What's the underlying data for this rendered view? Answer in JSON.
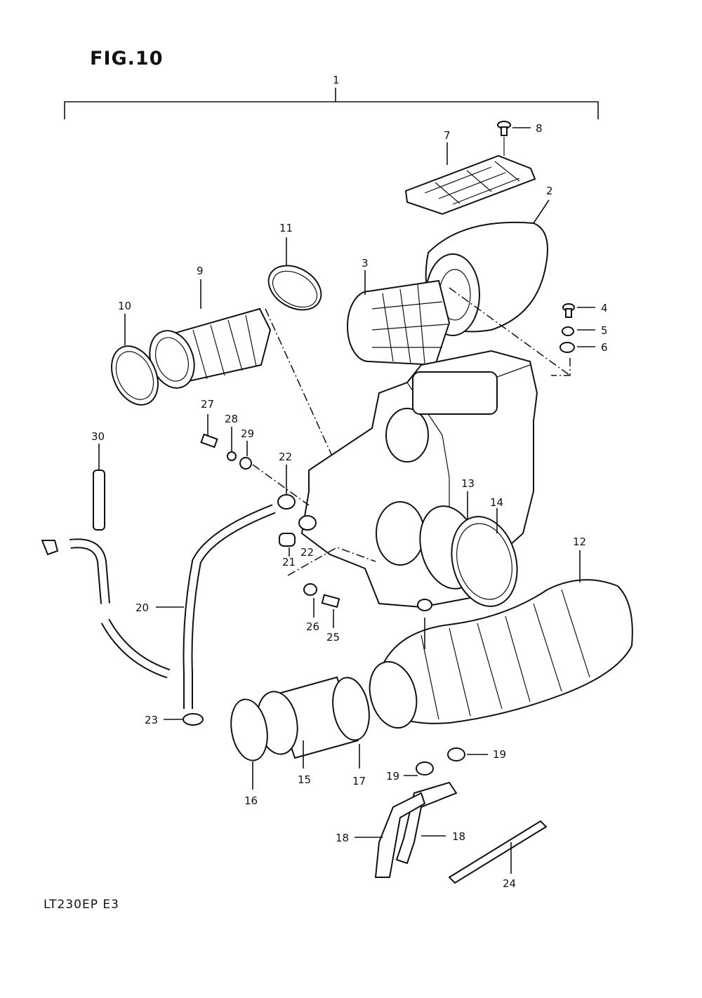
{
  "figure": {
    "title": "FIG.10",
    "footer": "LT230EP  E3"
  },
  "labels": {
    "l1": "1",
    "l2": "2",
    "l3": "3",
    "l4": "4",
    "l5": "5",
    "l6": "6",
    "l7": "7",
    "l8": "8",
    "l9": "9",
    "l10": "10",
    "l11": "11",
    "l12": "12",
    "l13": "13",
    "l14": "14",
    "l15": "15",
    "l16": "16",
    "l17": "17",
    "l18a": "18",
    "l18b": "18",
    "l19a": "19",
    "l19b": "19",
    "l20": "20",
    "l21": "21",
    "l22a": "22",
    "l22b": "22",
    "l23": "23",
    "l24": "24",
    "l25": "25",
    "l26": "26",
    "l27": "27",
    "l28": "28",
    "l29": "29",
    "l30": "30"
  }
}
